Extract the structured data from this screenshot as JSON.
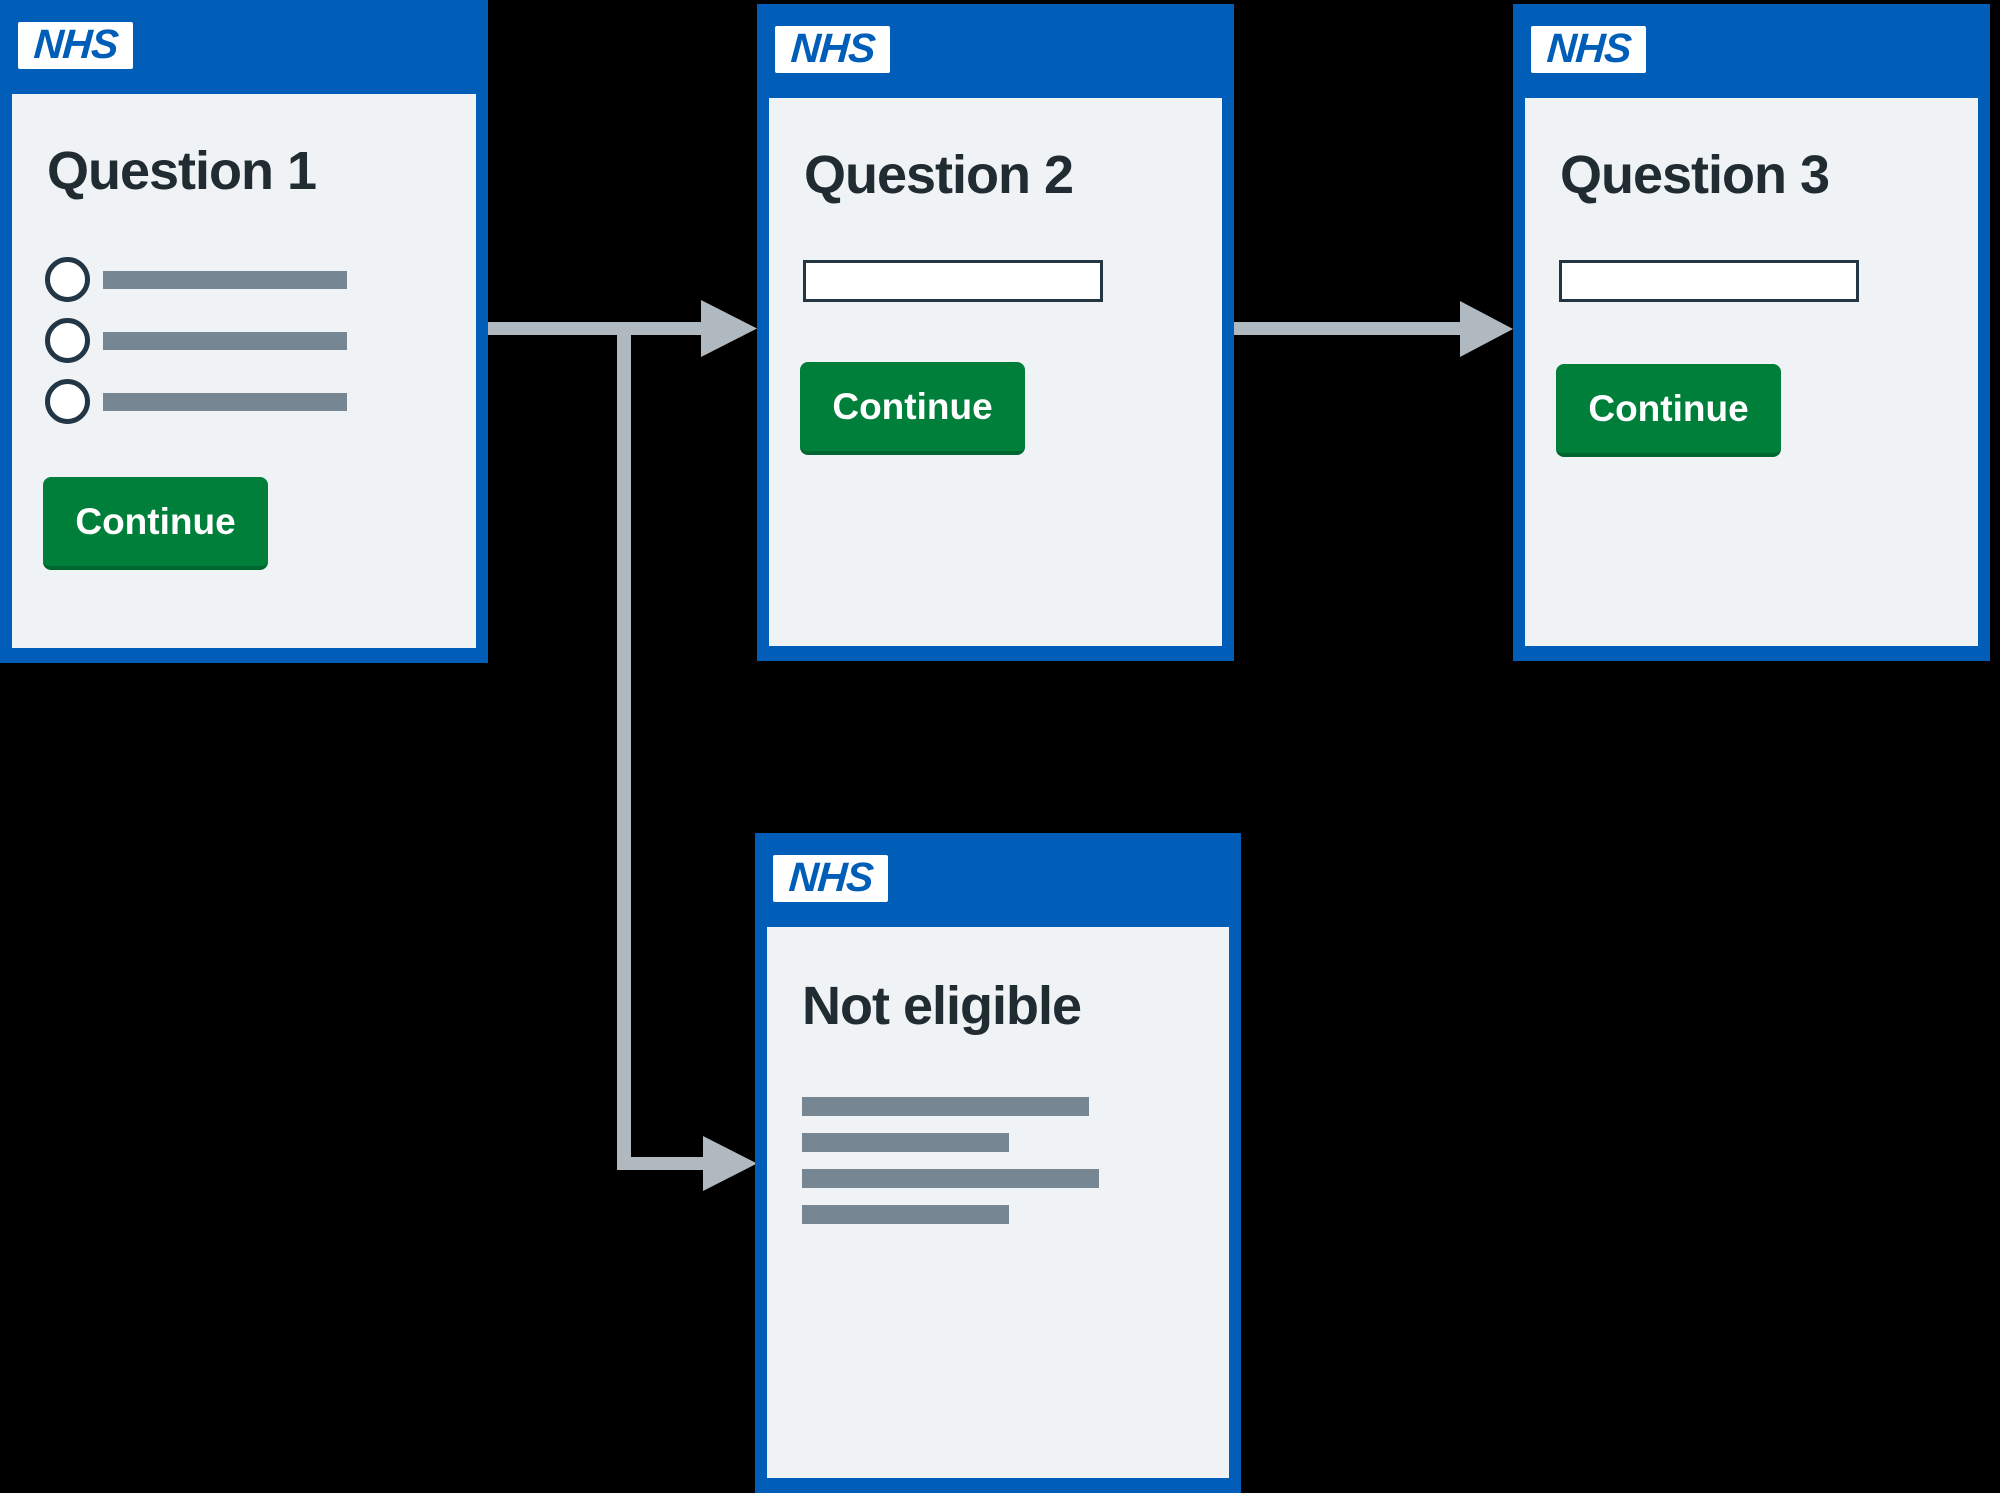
{
  "brand": {
    "logo_text": "NHS",
    "colors": {
      "nhs_blue": "#005eb8",
      "card_body_grey": "#f0f3f5",
      "button_green": "#007f3b",
      "button_green_shadow": "#00662f",
      "placeholder_grey": "#768692",
      "arrow_grey": "#b1b9c0",
      "title_text": "#212b32",
      "control_border": "#243642"
    }
  },
  "cards": {
    "question1": {
      "logo": "NHS",
      "title": "Question 1",
      "continue_label": "Continue"
    },
    "question2": {
      "logo": "NHS",
      "title": "Question 2",
      "continue_label": "Continue"
    },
    "question3": {
      "logo": "NHS",
      "title": "Question 3",
      "continue_label": "Continue"
    },
    "not_eligible": {
      "logo": "NHS",
      "title": "Not eligible"
    }
  },
  "flow": {
    "edges": [
      "question1 -> question2",
      "question2 -> question3",
      "question1 -> not_eligible"
    ]
  }
}
